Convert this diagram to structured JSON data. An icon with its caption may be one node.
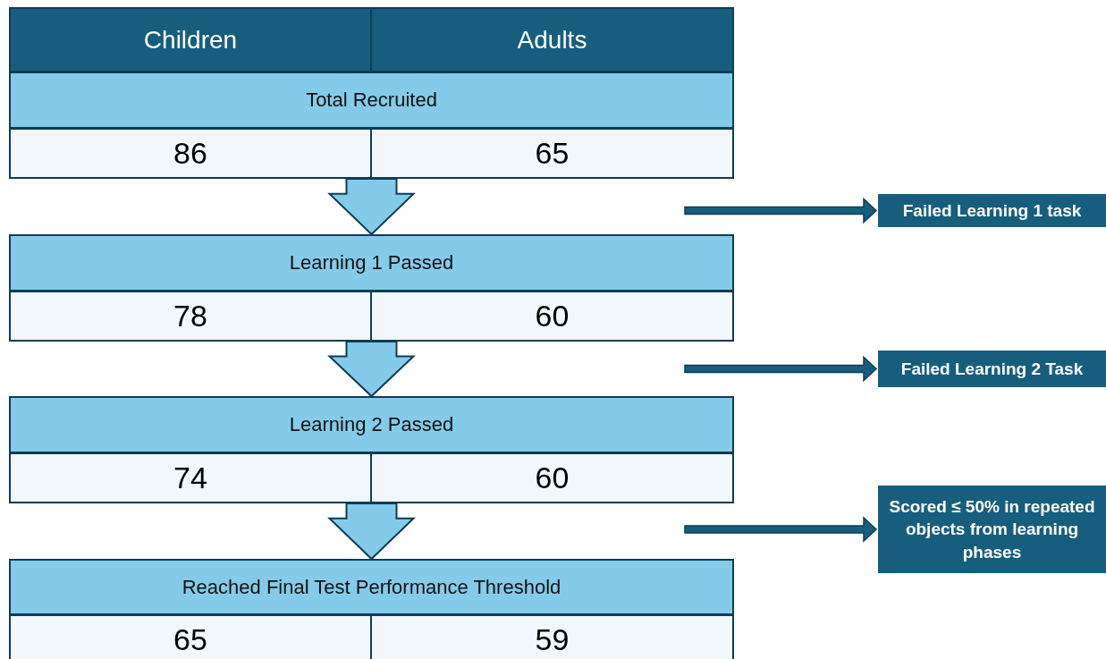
{
  "diagram": {
    "nodes": [
      {
        "text": [
          "Children"
        ]
      },
      {
        "text": [
          "Adults"
        ]
      },
      {
        "text": [
          "Total Recruited"
        ]
      },
      {
        "text": [
          "86"
        ]
      },
      {
        "text": [
          "65"
        ]
      },
      {
        "text": [
          "Learning 1 Passed"
        ]
      },
      {
        "text": [
          "78"
        ]
      },
      {
        "text": [
          "60"
        ]
      },
      {
        "text": [
          "Learning 2 Passed"
        ]
      },
      {
        "text": [
          "74"
        ]
      },
      {
        "text": [
          "60"
        ]
      },
      {
        "text": [
          "Reached Final Test Performance Threshold"
        ]
      },
      {
        "text": [
          "65"
        ]
      },
      {
        "text": [
          "59"
        ]
      },
      {
        "text": [
          "Failed Learning 1 task"
        ]
      },
      {
        "text": [
          "Failed Learning 2 Task"
        ]
      },
      {
        "text": [
          "Scored ≤ 50% in repeated objects from learning phases"
        ]
      }
    ],
    "edges": [
      {
        "from": 3,
        "to": 5,
        "arrow": "to"
      },
      {
        "from": 4,
        "to": 5,
        "arrow": "to"
      },
      {
        "from": 6,
        "to": 8,
        "arrow": "to"
      },
      {
        "from": 7,
        "to": 8,
        "arrow": "to"
      },
      {
        "from": 9,
        "to": 11,
        "arrow": "to"
      },
      {
        "from": 10,
        "to": 11,
        "arrow": "to"
      },
      {
        "from": null,
        "to": 14,
        "arrow": "to"
      },
      {
        "from": null,
        "to": 15,
        "arrow": "to"
      },
      {
        "from": null,
        "to": 16,
        "arrow": "to"
      }
    ]
  }
}
